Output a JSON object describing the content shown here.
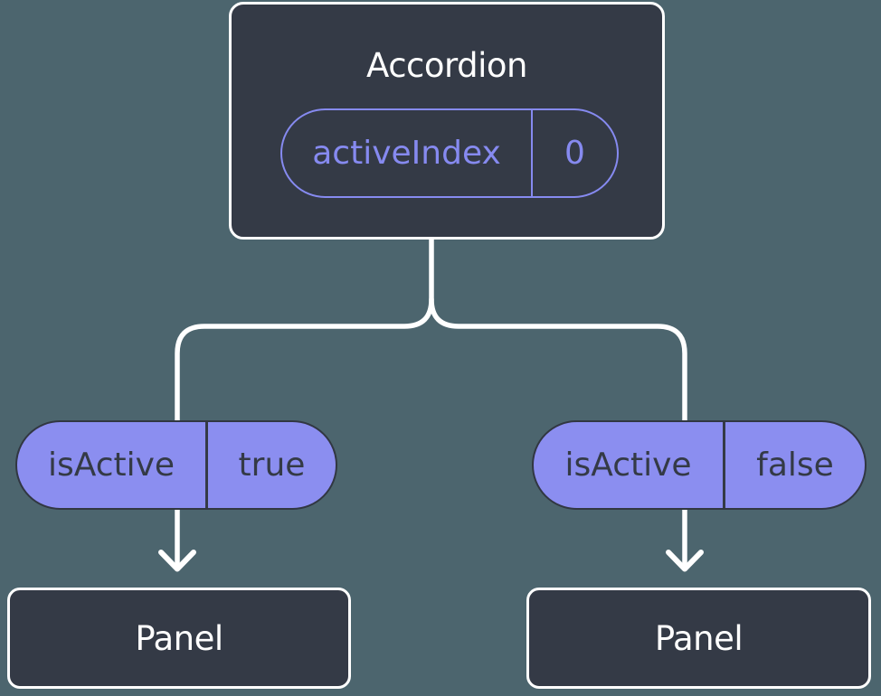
{
  "diagram": {
    "description": "Component tree diagram: Accordion passes activeIndex state down as isActive props to two Panel children",
    "root": {
      "title": "Accordion",
      "prop": {
        "name": "activeIndex",
        "value": "0"
      }
    },
    "branches": [
      {
        "prop": {
          "name": "isActive",
          "value": "true"
        },
        "child": {
          "title": "Panel"
        }
      },
      {
        "prop": {
          "name": "isActive",
          "value": "false"
        },
        "child": {
          "title": "Panel"
        }
      }
    ],
    "colors": {
      "background": "#4C656E",
      "node_fill": "#343A46",
      "node_border": "#FFFFFF",
      "pill_fill": "#8B8EF0",
      "pill_outline": "#868AF0",
      "pill_dark_border": "#313742",
      "pill_text_dark": "#343A46",
      "connector": "#FFFFFF",
      "title_text": "#FFFFFF"
    }
  }
}
